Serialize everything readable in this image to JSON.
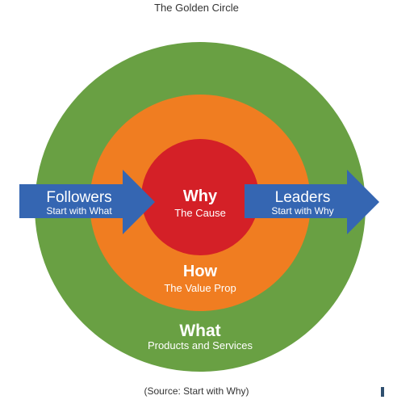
{
  "title": "The Golden Circle",
  "source": "(Source: Start with Why)",
  "colors": {
    "outer": "#69a043",
    "middle": "#f07d21",
    "inner": "#d42027",
    "arrow": "#3566b2",
    "text": "#ffffff"
  },
  "circles": {
    "why": {
      "title": "Why",
      "subtitle": "The Cause"
    },
    "how": {
      "title": "How",
      "subtitle": "The Value Prop"
    },
    "what": {
      "title": "What",
      "subtitle": "Products and Services"
    }
  },
  "arrows": {
    "left": {
      "title": "Followers",
      "subtitle": "Start with What"
    },
    "right": {
      "title": "Leaders",
      "subtitle": "Start with Why"
    }
  }
}
